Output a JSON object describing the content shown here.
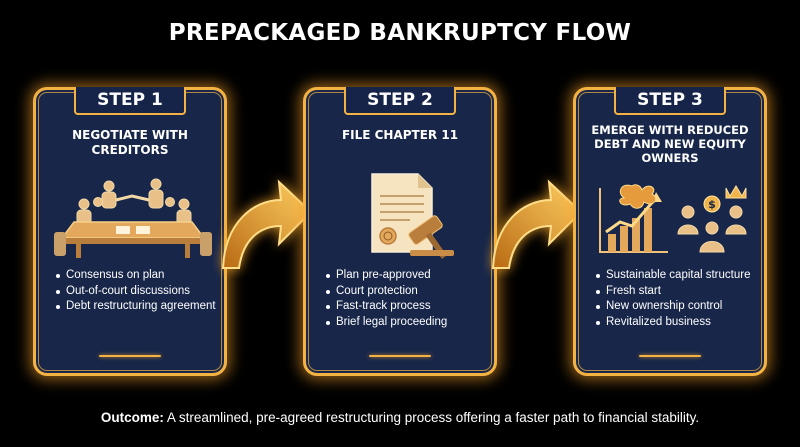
{
  "title": "PREPACKAGED BANKRUPTCY FLOW",
  "colors": {
    "accent": "#f4b243",
    "card_bg": "#172649",
    "background": "#000000"
  },
  "steps": [
    {
      "badge": "STEP 1",
      "heading": "NEGOTIATE WITH CREDITORS",
      "icon": "negotiation-meeting-icon",
      "bullets": [
        "Consensus on plan",
        "Out-of-court discussions",
        "Debt restructuring agreement"
      ]
    },
    {
      "badge": "STEP 2",
      "heading": "FILE CHAPTER 11",
      "icon": "document-gavel-icon",
      "bullets": [
        "Plan pre-approved",
        "Court protection",
        "Fast-track process",
        "Brief legal proceeding"
      ]
    },
    {
      "badge": "STEP 3",
      "heading": "EMERGE WITH REDUCED DEBT AND NEW EQUITY OWNERS",
      "icon": "phoenix-growth-owners-icon",
      "bullets": [
        "Sustainable capital structure",
        "Fresh start",
        "New ownership control",
        "Revitalized business"
      ]
    }
  ],
  "outcome": {
    "label": "Outcome:",
    "text": " A streamlined, pre-agreed restructuring process offering a faster path to financial stability."
  }
}
